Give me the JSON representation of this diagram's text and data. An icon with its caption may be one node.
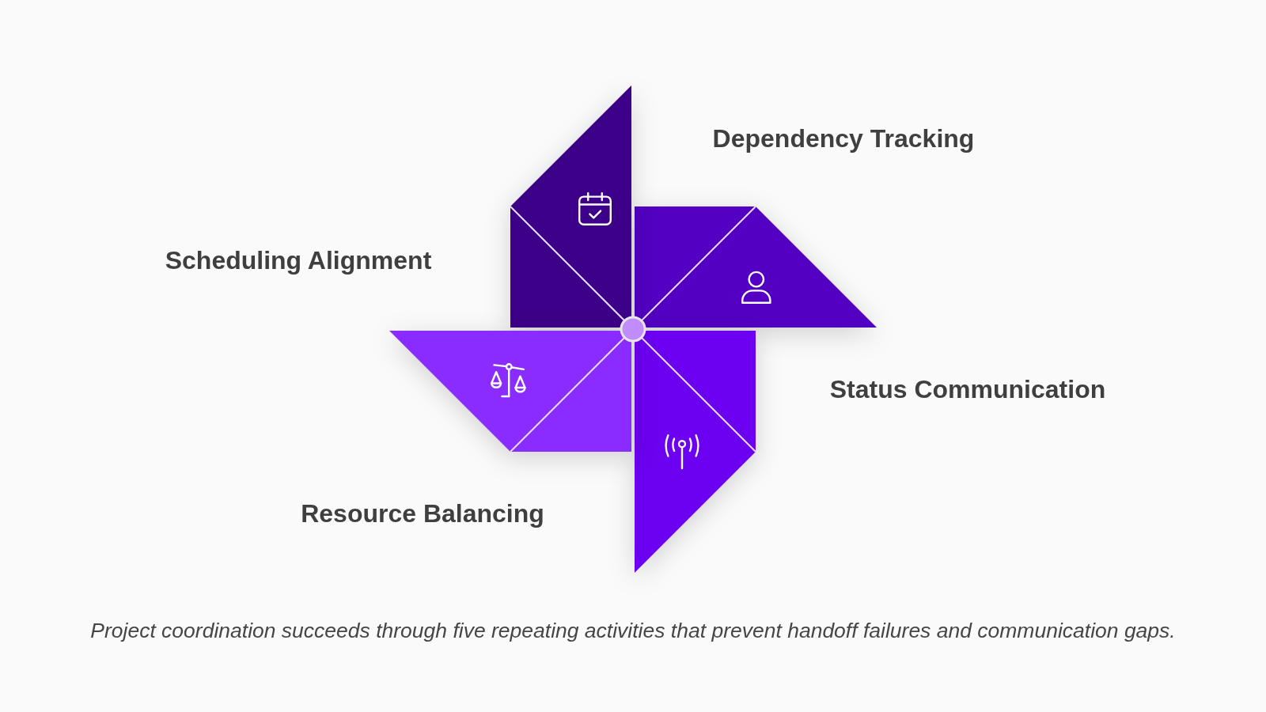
{
  "diagram": {
    "caption": "Project coordination succeeds through five repeating activities that prevent handoff failures and communication gaps.",
    "nodes": [
      {
        "text": [],
        "shape": "trapezoid",
        "beside": [
          "Dependency Tracking"
        ]
      },
      {
        "text": [],
        "shape": "trapezoid",
        "beside": [
          "Scheduling Alignment"
        ]
      },
      {
        "text": [],
        "shape": "trapezoid",
        "beside": [
          "Status Communication"
        ]
      },
      {
        "text": [],
        "shape": "trapezoid",
        "beside": [
          "Resource Balancing"
        ]
      }
    ]
  }
}
